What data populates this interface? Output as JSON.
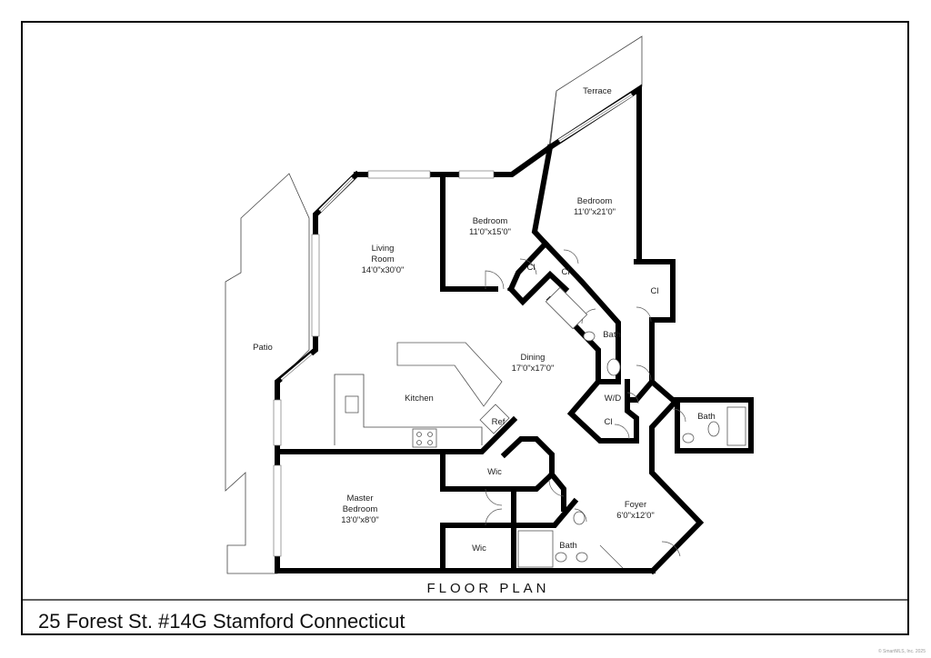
{
  "plan": {
    "title": "FLOOR PLAN",
    "address": "25 Forest St. #14G Stamford Connecticut",
    "copyright": "© SmartMLS, Inc. 2025"
  },
  "rooms": {
    "terrace": {
      "name": "Terrace"
    },
    "patio": {
      "name": "Patio"
    },
    "bedroom1": {
      "name": "Bedroom",
      "size": "11'0\"x15'0\""
    },
    "bedroom2": {
      "name": "Bedroom",
      "size": "11'0\"x21'0\""
    },
    "living": {
      "name1": "Living",
      "name2": "Room",
      "size": "14'0\"x30'0\""
    },
    "dining": {
      "name": "Dining",
      "size": "17'0\"x17'0\""
    },
    "kitchen": {
      "name": "Kitchen"
    },
    "ref": {
      "name": "Ref"
    },
    "master": {
      "name1": "Master",
      "name2": "Bedroom",
      "size": "13'0\"x8'0\""
    },
    "foyer": {
      "name": "Foyer",
      "size": "6'0\"x12'0\""
    },
    "wic1": {
      "name": "Wic"
    },
    "wic2": {
      "name": "Wic"
    },
    "bath1": {
      "name": "Bath"
    },
    "bath2": {
      "name": "Bath"
    },
    "bath3": {
      "name": "Bath"
    },
    "cl1": {
      "name": "Cl"
    },
    "cl2": {
      "name": "Cl"
    },
    "cl3": {
      "name": "Cl"
    },
    "cl4": {
      "name": "Cl"
    },
    "wd": {
      "name": "W/D"
    }
  }
}
